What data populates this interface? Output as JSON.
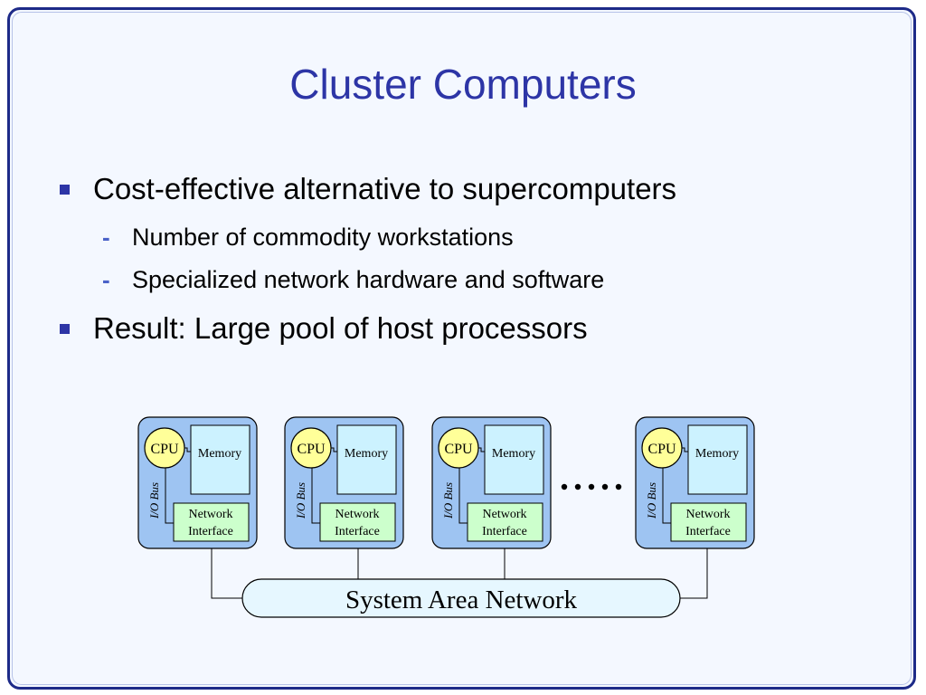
{
  "slide": {
    "title": "Cluster Computers",
    "bullets": [
      {
        "text": "Cost-effective alternative to supercomputers",
        "sub": [
          "Number of commodity workstations",
          "Specialized network hardware and software"
        ]
      },
      {
        "text": "Result: Large pool of host processors",
        "sub": []
      }
    ],
    "sub_marker": "-"
  },
  "diagram": {
    "nodes": [
      {
        "cpu": "CPU",
        "memory": "Memory",
        "bus": "I/O Bus",
        "nic_line1": "Network",
        "nic_line2": "Interface"
      },
      {
        "cpu": "CPU",
        "memory": "Memory",
        "bus": "I/O Bus",
        "nic_line1": "Network",
        "nic_line2": "Interface"
      },
      {
        "cpu": "CPU",
        "memory": "Memory",
        "bus": "I/O Bus",
        "nic_line1": "Network",
        "nic_line2": "Interface"
      },
      {
        "cpu": "CPU",
        "memory": "Memory",
        "bus": "I/O Bus",
        "nic_line1": "Network",
        "nic_line2": "Interface"
      }
    ],
    "network_label": "System Area Network",
    "colors": {
      "node_fill": "#9ec4f2",
      "cpu_fill": "#ffff99",
      "memory_fill": "#ccf2ff",
      "nic_fill": "#ccffcc",
      "network_fill": "#e6f7ff",
      "title_color": "#2d35a6"
    }
  }
}
